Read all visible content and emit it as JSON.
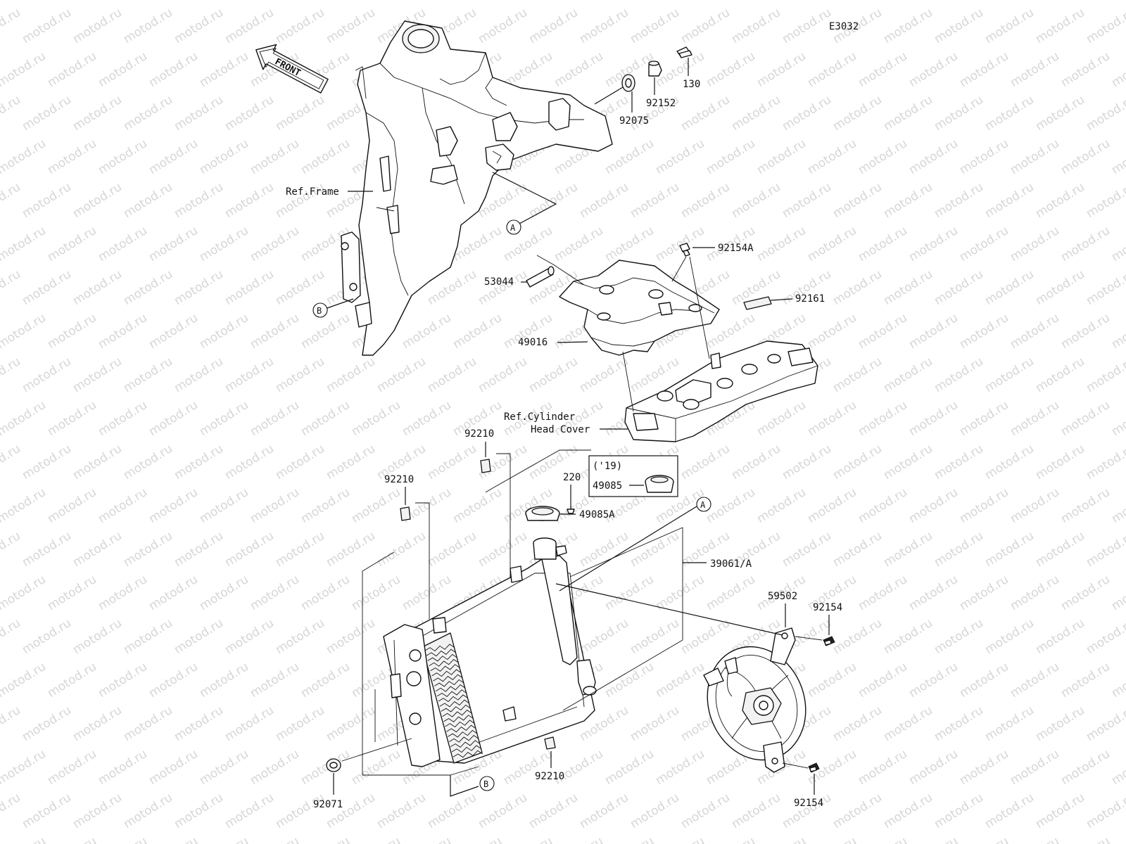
{
  "diagram": {
    "code": "E3032",
    "watermark": "motod.ru",
    "front_label": "FRONT",
    "labels": {
      "p130": "130",
      "p92152": "92152",
      "p92075": "92075",
      "ref_frame": "Ref.Frame",
      "p92154A": "92154A",
      "p53044": "53044",
      "p92161": "92161",
      "p49016": "49016",
      "ref_cyl_1": "Ref.Cylinder",
      "ref_cyl_2": "Head Cover",
      "p92210_a": "92210",
      "p92210_b": "92210",
      "p92210_c": "92210",
      "p220": "220",
      "variant_year": "('19)",
      "p49085": "49085",
      "p49085A": "49085A",
      "p39061A": "39061/A",
      "p59502": "59502",
      "p92154_a": "92154",
      "p92154_b": "92154",
      "p92071": "92071"
    },
    "callouts": {
      "a_top": "A",
      "b_left": "B",
      "a_right": "A",
      "b_bottom": "B"
    }
  }
}
